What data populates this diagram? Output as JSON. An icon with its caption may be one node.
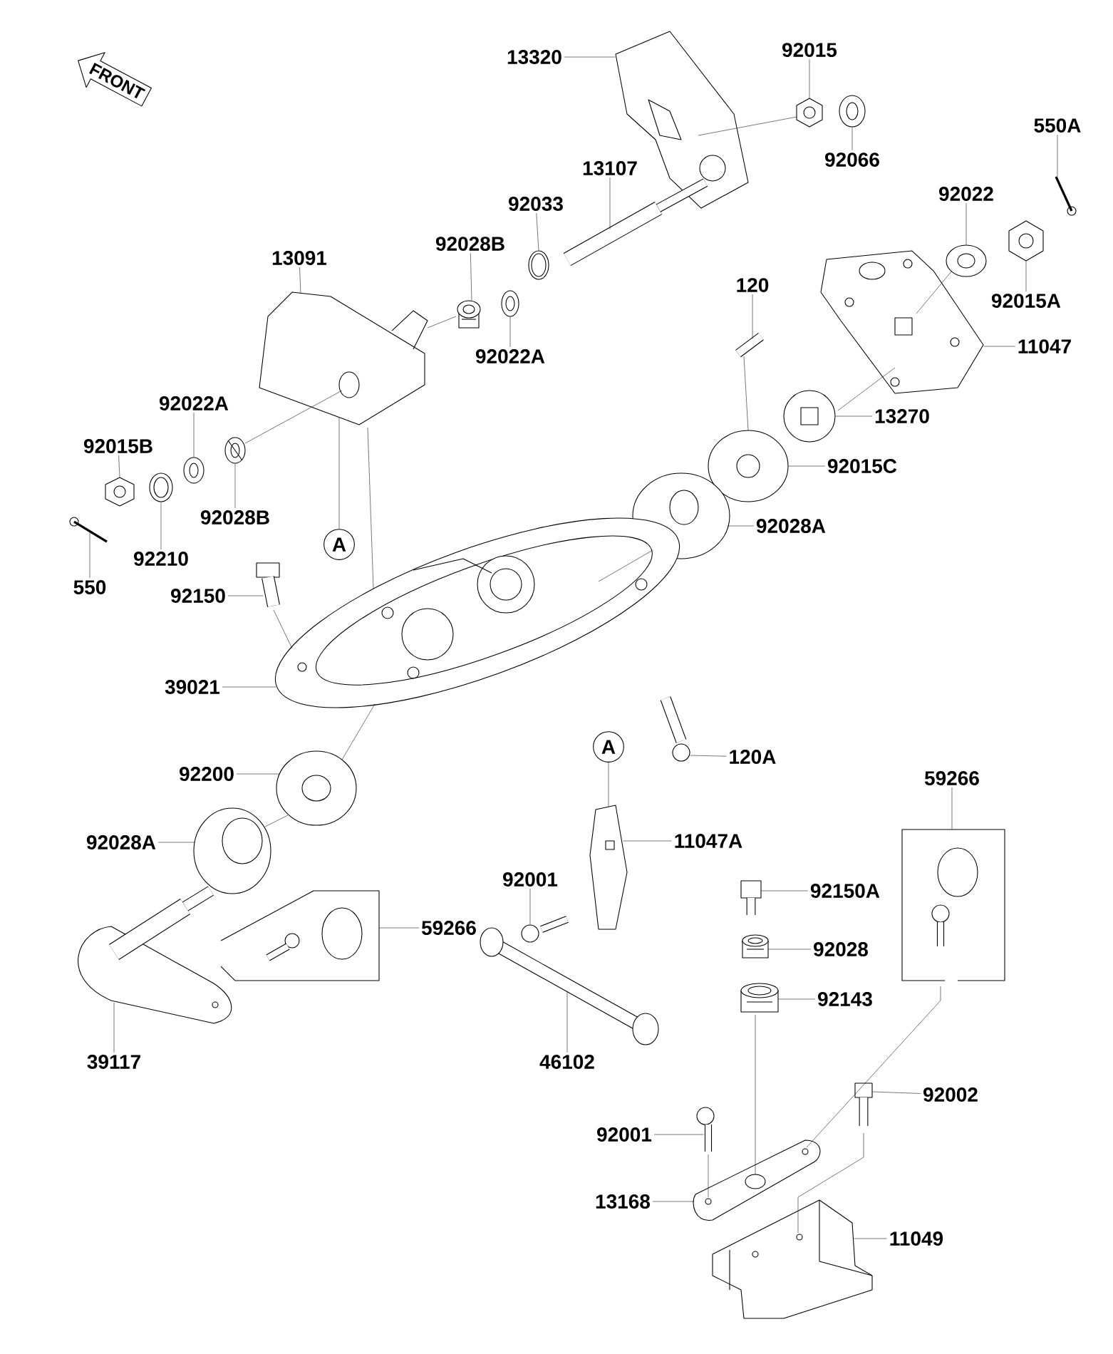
{
  "diagram": {
    "nodes": [
      {
        "text": [
          "FRONT"
        ]
      },
      {
        "text": [
          "13320"
        ]
      },
      {
        "text": [
          "92015"
        ]
      },
      {
        "text": [
          "92066"
        ]
      },
      {
        "text": [
          "550A"
        ]
      },
      {
        "text": [
          "13107"
        ]
      },
      {
        "text": [
          "92033"
        ]
      },
      {
        "text": [
          "92028B"
        ]
      },
      {
        "text": [
          "13091"
        ]
      },
      {
        "text": [
          "92022"
        ]
      },
      {
        "text": [
          "120"
        ]
      },
      {
        "text": [
          "92015A"
        ]
      },
      {
        "text": [
          "11047"
        ]
      },
      {
        "text": [
          "92022A"
        ]
      },
      {
        "text": [
          "92022A"
        ]
      },
      {
        "text": [
          "13270"
        ]
      },
      {
        "text": [
          "92015B"
        ]
      },
      {
        "text": [
          "92015C"
        ]
      },
      {
        "text": [
          "92028B"
        ]
      },
      {
        "text": [
          "92210"
        ]
      },
      {
        "text": [
          "92028A"
        ]
      },
      {
        "text": [
          "A"
        ]
      },
      {
        "text": [
          "550"
        ]
      },
      {
        "text": [
          "92150"
        ]
      },
      {
        "text": [
          "39021"
        ]
      },
      {
        "text": [
          "A"
        ]
      },
      {
        "text": [
          "120A"
        ]
      },
      {
        "text": [
          "92200"
        ]
      },
      {
        "text": [
          "59266"
        ]
      },
      {
        "text": [
          "92028A"
        ]
      },
      {
        "text": [
          "11047A"
        ]
      },
      {
        "text": [
          "92001"
        ]
      },
      {
        "text": [
          "92150A"
        ]
      },
      {
        "text": [
          "59266"
        ]
      },
      {
        "text": [
          "92028"
        ]
      },
      {
        "text": [
          "92143"
        ]
      },
      {
        "text": [
          "39117"
        ]
      },
      {
        "text": [
          "46102"
        ]
      },
      {
        "text": [
          "92002"
        ]
      },
      {
        "text": [
          "92001"
        ]
      },
      {
        "text": [
          "13168"
        ]
      },
      {
        "text": [
          "11049"
        ]
      },
      {
        "text": [],
        "shape": "picture"
      },
      {
        "text": [],
        "shape": "picture"
      },
      {
        "text": [],
        "shape": "picture"
      },
      {
        "text": [],
        "shape": "picture"
      },
      {
        "text": [],
        "shape": "picture"
      },
      {
        "text": [],
        "shape": "picture"
      },
      {
        "text": [],
        "shape": "picture"
      },
      {
        "text": [],
        "shape": "picture"
      },
      {
        "text": [],
        "shape": "picture"
      },
      {
        "text": [],
        "shape": "picture"
      },
      {
        "text": [],
        "shape": "picture"
      },
      {
        "text": [],
        "shape": "picture"
      },
      {
        "text": [],
        "shape": "picture"
      },
      {
        "text": [],
        "shape": "picture"
      },
      {
        "text": [],
        "shape": "picture"
      },
      {
        "text": [],
        "shape": "picture"
      },
      {
        "text": [],
        "shape": "picture"
      },
      {
        "text": [],
        "shape": "picture"
      },
      {
        "text": [],
        "shape": "picture"
      },
      {
        "text": [],
        "shape": "picture"
      },
      {
        "text": [],
        "shape": "picture"
      },
      {
        "text": [],
        "shape": "picture"
      },
      {
        "text": [],
        "shape": "picture"
      },
      {
        "text": [],
        "shape": "picture"
      },
      {
        "text": [],
        "shape": "picture"
      },
      {
        "text": [],
        "shape": "picture"
      },
      {
        "text": [],
        "shape": "picture"
      },
      {
        "text": [],
        "shape": "picture"
      },
      {
        "text": [],
        "shape": "picture"
      },
      {
        "text": [],
        "shape": "picture"
      },
      {
        "text": [],
        "shape": "picture"
      },
      {
        "text": [],
        "shape": "picture"
      },
      {
        "text": [],
        "shape": "picture"
      },
      {
        "text": [],
        "shape": "picture"
      },
      {
        "text": [],
        "shape": "picture"
      },
      {
        "text": [],
        "shape": "picture"
      },
      {
        "text": [],
        "shape": "picture"
      },
      {
        "text": [],
        "shape": "picture"
      },
      {
        "text": [],
        "shape": "picture"
      }
    ],
    "edges": [
      {
        "from": 1,
        "to": 42,
        "arrow": "none"
      },
      {
        "from": 2,
        "to": 43,
        "arrow": "none"
      },
      {
        "from": 3,
        "to": 44,
        "arrow": "none"
      },
      {
        "from": 4,
        "to": 45,
        "arrow": "none"
      },
      {
        "from": 5,
        "to": 46,
        "arrow": "none"
      },
      {
        "from": 6,
        "to": 47,
        "arrow": "none"
      },
      {
        "from": 7,
        "to": 48,
        "arrow": "none"
      },
      {
        "from": 8,
        "to": 49,
        "arrow": "none"
      },
      {
        "from": 9,
        "to": 50,
        "arrow": "none"
      },
      {
        "from": 10,
        "to": 51,
        "arrow": "none"
      },
      {
        "from": 11,
        "to": 52,
        "arrow": "none"
      },
      {
        "from": 12,
        "to": 53,
        "arrow": "none"
      },
      {
        "from": 13,
        "to": 54,
        "arrow": "none"
      },
      {
        "from": 14,
        "to": 55,
        "arrow": "none"
      },
      {
        "from": 15,
        "to": 56,
        "arrow": "none"
      },
      {
        "from": 16,
        "to": 57,
        "arrow": "none"
      },
      {
        "from": 17,
        "to": 58,
        "arrow": "none"
      },
      {
        "from": 18,
        "to": 59,
        "arrow": "none"
      },
      {
        "from": 19,
        "to": 60,
        "arrow": "none"
      },
      {
        "from": 20,
        "to": 61,
        "arrow": "none"
      },
      {
        "from": 21,
        "to": 49,
        "arrow": "none"
      },
      {
        "from": 22,
        "to": 62,
        "arrow": "none"
      },
      {
        "from": 23,
        "to": 63,
        "arrow": "none"
      },
      {
        "from": 24,
        "to": 64,
        "arrow": "none"
      },
      {
        "from": 25,
        "to": 69,
        "arrow": "none"
      },
      {
        "from": 26,
        "to": 65,
        "arrow": "none"
      },
      {
        "from": 27,
        "to": 66,
        "arrow": "none"
      },
      {
        "from": 28,
        "to": 67,
        "arrow": "none"
      },
      {
        "from": 29,
        "to": 68,
        "arrow": "none"
      },
      {
        "from": 30,
        "to": 69,
        "arrow": "none"
      },
      {
        "from": 31,
        "to": 70,
        "arrow": "none"
      },
      {
        "from": 32,
        "to": 71,
        "arrow": "none"
      },
      {
        "from": 33,
        "to": 72,
        "arrow": "none"
      },
      {
        "from": 34,
        "to": 73,
        "arrow": "none"
      },
      {
        "from": 35,
        "to": 74,
        "arrow": "none"
      },
      {
        "from": 36,
        "to": 75,
        "arrow": "none"
      },
      {
        "from": 37,
        "to": 76,
        "arrow": "none"
      },
      {
        "from": 38,
        "to": 77,
        "arrow": "none"
      },
      {
        "from": 39,
        "to": 78,
        "arrow": "none"
      },
      {
        "from": 40,
        "to": 79,
        "arrow": "none"
      },
      {
        "from": 41,
        "to": 80,
        "arrow": "none"
      },
      {
        "from": 42,
        "to": 43,
        "arrow": "none"
      },
      {
        "from": 49,
        "to": 48,
        "arrow": "none"
      },
      {
        "from": 59,
        "to": 49,
        "arrow": "none"
      },
      {
        "from": 50,
        "to": 53,
        "arrow": "none"
      },
      {
        "from": 53,
        "to": 56,
        "arrow": "none"
      },
      {
        "from": 51,
        "to": 58,
        "arrow": "none"
      },
      {
        "from": 49,
        "to": 64,
        "arrow": "none"
      },
      {
        "from": 61,
        "to": 64,
        "arrow": "none"
      },
      {
        "from": 63,
        "to": 64,
        "arrow": "none"
      },
      {
        "from": 64,
        "to": 66,
        "arrow": "none"
      },
      {
        "from": 66,
        "to": 68,
        "arrow": "none"
      },
      {
        "from": 74,
        "to": 79,
        "arrow": "none"
      },
      {
        "from": 67,
        "to": 79,
        "arrow": "none"
      },
      {
        "from": 77,
        "to": 80,
        "arrow": "none"
      },
      {
        "from": 78,
        "to": 79,
        "arrow": "none"
      }
    ]
  }
}
